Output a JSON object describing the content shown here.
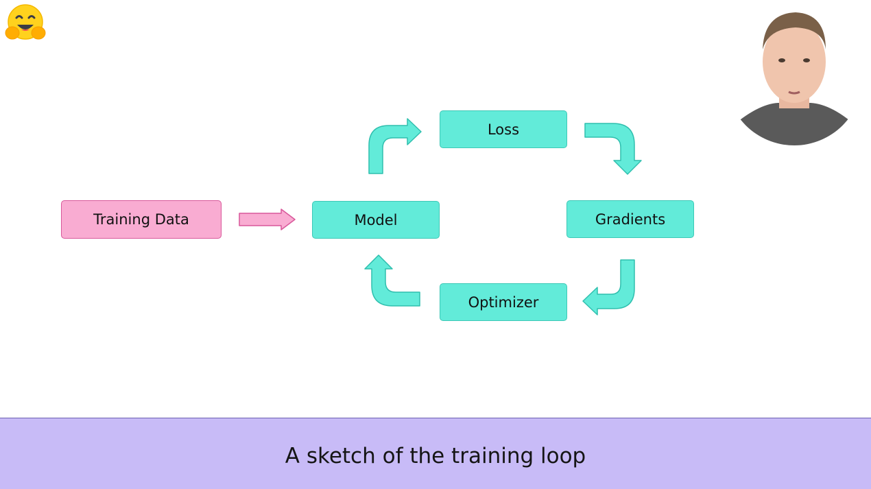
{
  "slide": {
    "logo_icon": "hugging-face-emoji",
    "presenter_icon": "presenter-webcam"
  },
  "diagram": {
    "nodes": {
      "training_data": "Training Data",
      "model": "Model",
      "loss": "Loss",
      "gradients": "Gradients",
      "optimizer": "Optimizer"
    },
    "colors": {
      "teal_fill": "#62ebd9",
      "teal_stroke": "#3cc8b6",
      "pink_fill": "#f9acd2",
      "pink_stroke": "#d8579a"
    }
  },
  "caption": {
    "text": "A sketch of the training loop",
    "background": "#c8bbf7"
  }
}
